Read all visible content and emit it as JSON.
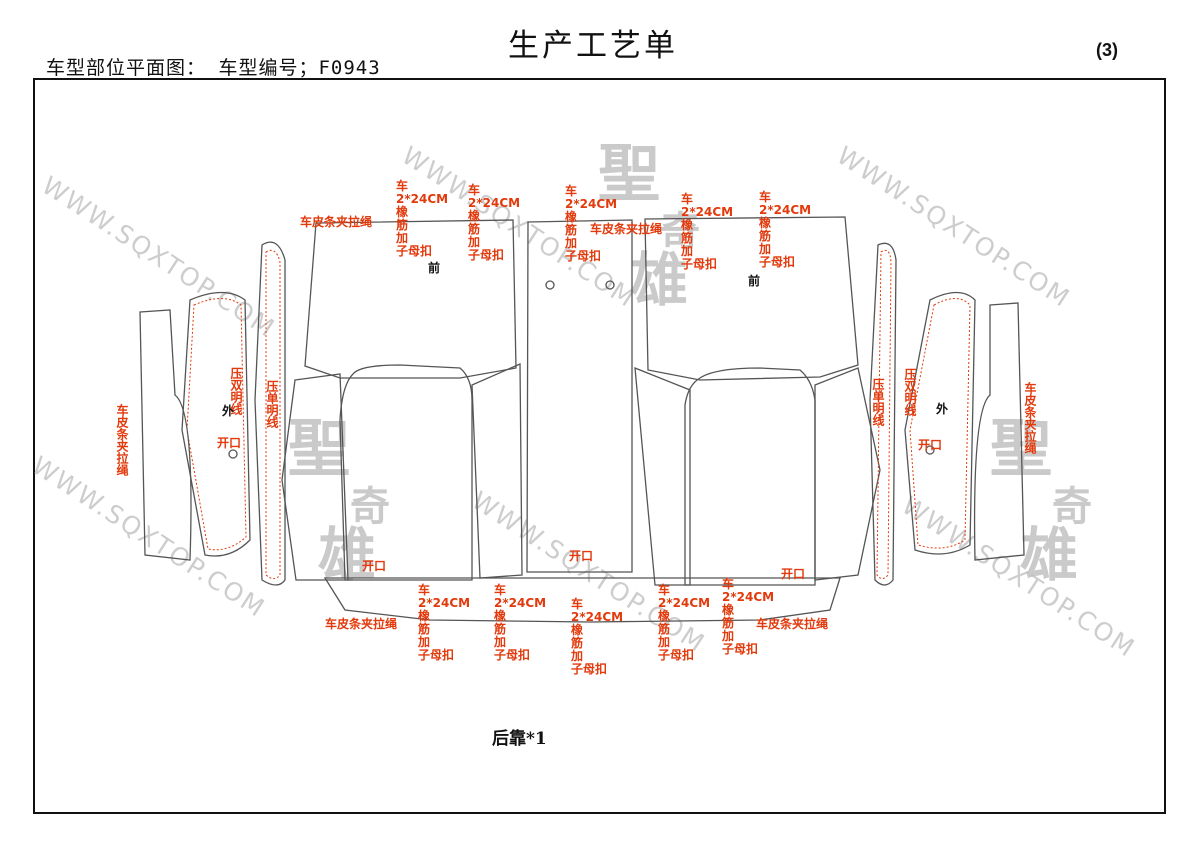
{
  "header": {
    "title": "生产工艺单",
    "left_text": "车型部位平面图：  车型编号；F0943",
    "page_no": "(3)"
  },
  "watermark": {
    "url": "WWW.SQXTOP.COM",
    "seal_a": "聖",
    "seal_b": "奇",
    "seal_c": "雄"
  },
  "labels": {
    "front": "前",
    "outer": "外",
    "opening": "开口",
    "double_topstitch": "压双明线",
    "single_topstitch": "压单明线",
    "strap_cord": "车皮条夹拉绳",
    "rubber_line1": "车",
    "rubber_line2": "2*24CM",
    "rubber_line3": "橡",
    "rubber_line4": "筋",
    "rubber_line5": "加",
    "rubber_line6": "子母扣"
  },
  "footer": {
    "part_label": "后靠*1"
  }
}
